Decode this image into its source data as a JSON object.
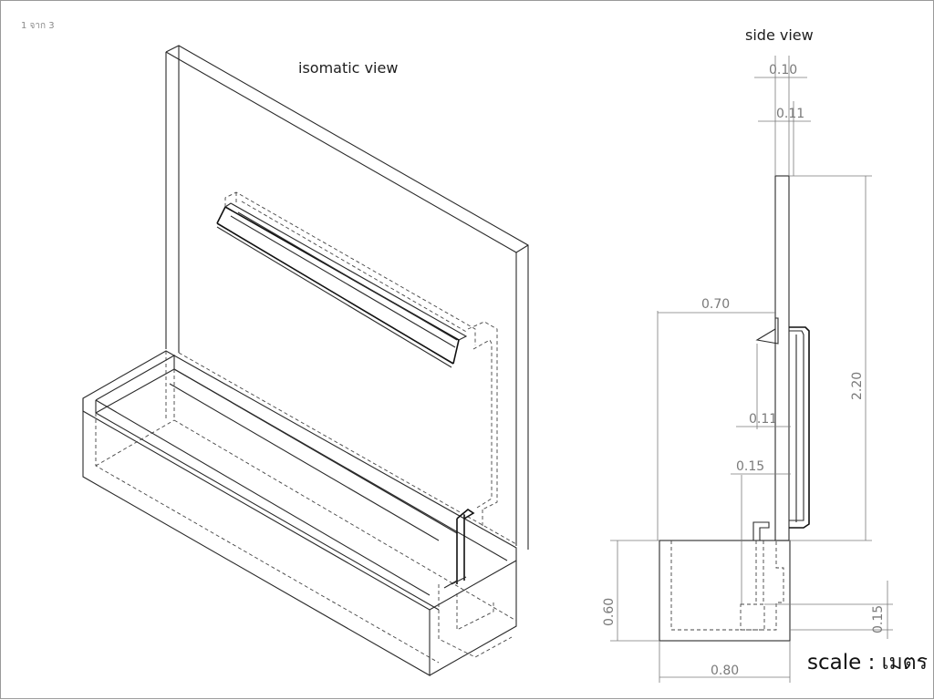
{
  "page_counter": "1 จาก 3",
  "isometric_title": "isomatic view",
  "side_title": "side view",
  "scale_label": "scale : เมตร",
  "dimensions": {
    "top_thickness": "0.10",
    "wall_thickness": "0.11",
    "top_width": "0.70",
    "lower_thickness": "0.11",
    "step_width": "0.15",
    "wall_height": "2.20",
    "base_height": "0.60",
    "base_width": "0.80",
    "bottom_step": "0.15"
  }
}
